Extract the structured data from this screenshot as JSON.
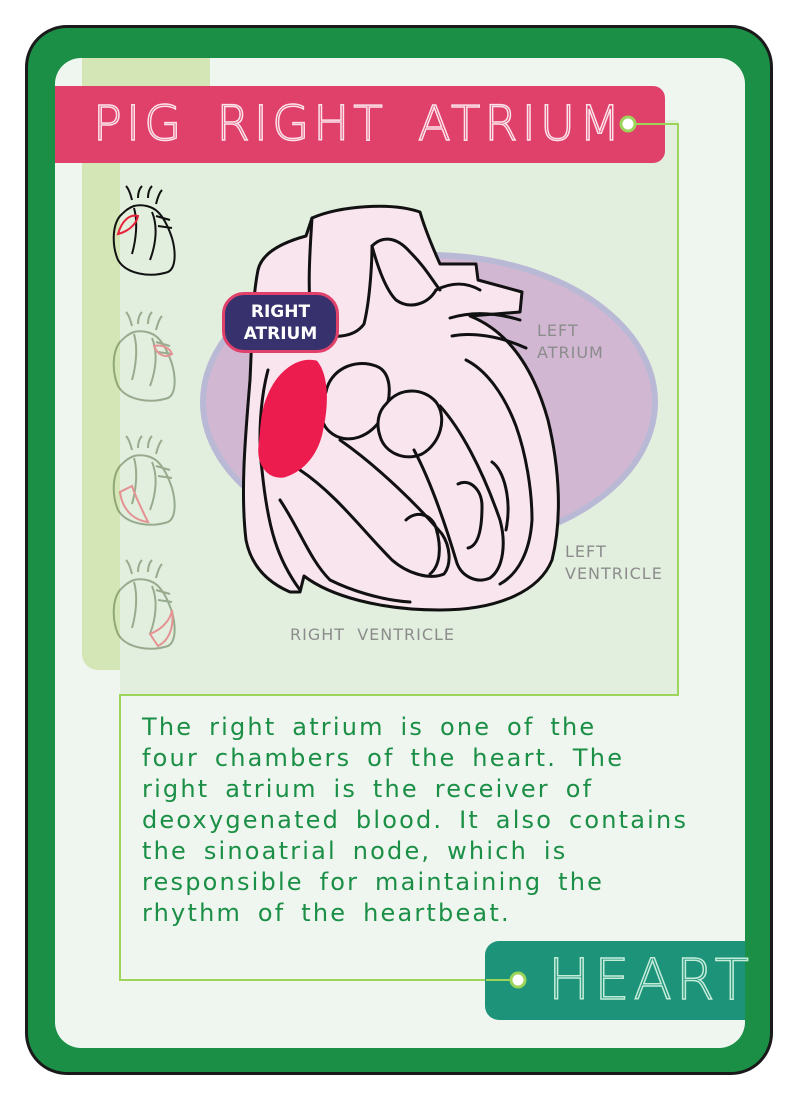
{
  "card": {
    "title": "PIG  RIGHT  ATRIUM",
    "category": "HEART",
    "colors": {
      "border": "#1b8f45",
      "title_banner": "#e0416b",
      "category_banner": "#1d937a",
      "highlight": "#ec1d4e",
      "text": "#1b8f45"
    }
  },
  "diagram": {
    "highlight_label_line1": "RIGHT",
    "highlight_label_line2": "ATRIUM",
    "left_atrium_line1": "LEFT",
    "left_atrium_line2": "ATRIUM",
    "left_ventricle_line1": "LEFT",
    "left_ventricle_line2": "VENTRICLE",
    "right_ventricle": "RIGHT  VENTRICLE"
  },
  "sidebar": {
    "icons": [
      "heart-right-atrium-icon",
      "heart-left-atrium-icon",
      "heart-right-ventricle-icon",
      "heart-left-ventricle-icon"
    ]
  },
  "description": {
    "lines": [
      "The right atrium is one of the",
      "four chambers of the heart. The",
      "right atrium is the receiver of",
      "deoxygenated blood. It also contains",
      "the sinoatrial node, which is",
      "responsible for maintaining the",
      "rhythm of the heartbeat."
    ]
  }
}
